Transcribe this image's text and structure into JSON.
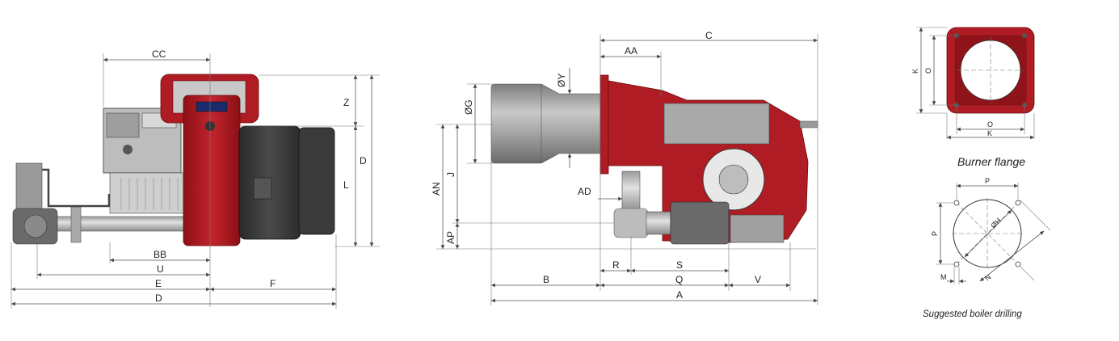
{
  "colors": {
    "burner_red": "#b01c24",
    "dark_red": "#7a0f14",
    "housing_dark": "#3a3a3a",
    "tube_grey": "#9a9a9a",
    "pipe_grey": "#c7c7c7",
    "dimension_line": "#555555"
  },
  "side_view": {
    "dims": {
      "CC": "CC",
      "Z": "Z",
      "D_vertical": "D",
      "L": "L",
      "BB": "BB",
      "U": "U",
      "E": "E",
      "F": "F",
      "D_horizontal": "D"
    }
  },
  "front_view": {
    "dims": {
      "C": "C",
      "AA": "AA",
      "OY": "ØY",
      "OG": "ØG",
      "AN": "AN",
      "J": "J",
      "AD": "AD",
      "AP": "AP",
      "R": "R",
      "S": "S",
      "B": "B",
      "Q": "Q",
      "V": "V",
      "A": "A"
    }
  },
  "flange_view": {
    "dims": {
      "K_vertical": "K",
      "O_vertical": "O",
      "O_horizontal": "O",
      "K_horizontal": "K"
    },
    "caption": "Burner flange"
  },
  "drilling_view": {
    "dims": {
      "P_top": "P",
      "P_side": "P",
      "OH": "ØH",
      "N": "N",
      "M": "M"
    },
    "caption": "Suggested boiler drilling"
  }
}
